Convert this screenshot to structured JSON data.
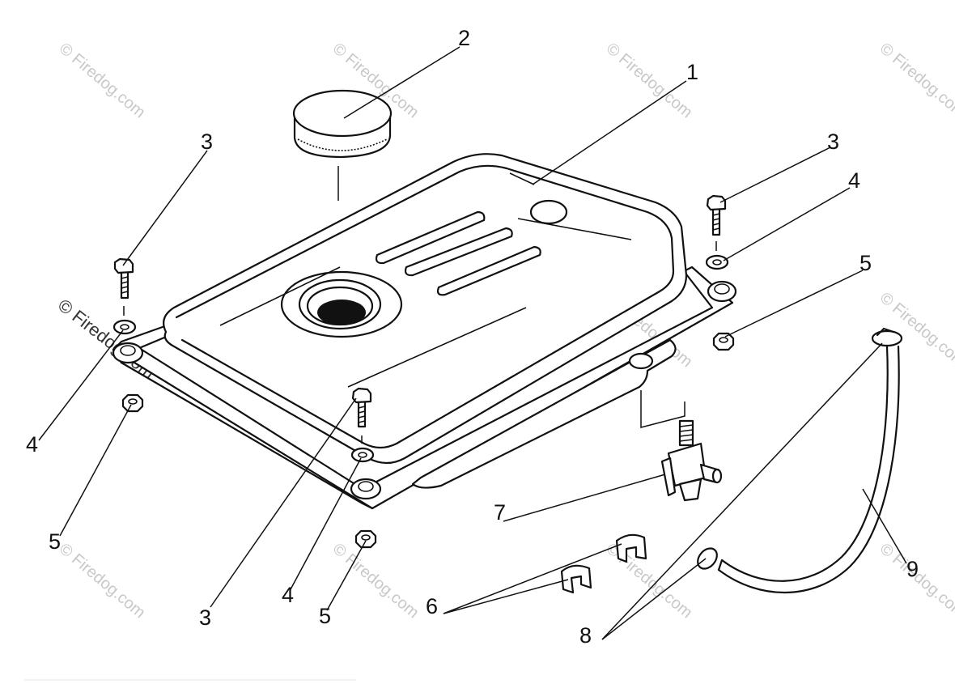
{
  "watermark": {
    "text": "© Firedog.com"
  },
  "callouts": [
    {
      "id": "c1",
      "label": "1"
    },
    {
      "id": "c2",
      "label": "2"
    },
    {
      "id": "c3a",
      "label": "3"
    },
    {
      "id": "c3b",
      "label": "3"
    },
    {
      "id": "c3c",
      "label": "3"
    },
    {
      "id": "c4a",
      "label": "4"
    },
    {
      "id": "c4b",
      "label": "4"
    },
    {
      "id": "c4c",
      "label": "4"
    },
    {
      "id": "c5a",
      "label": "5"
    },
    {
      "id": "c5b",
      "label": "5"
    },
    {
      "id": "c5c",
      "label": "5"
    },
    {
      "id": "c6",
      "label": "6"
    },
    {
      "id": "c7",
      "label": "7"
    },
    {
      "id": "c8",
      "label": "8"
    },
    {
      "id": "c9",
      "label": "9"
    }
  ]
}
